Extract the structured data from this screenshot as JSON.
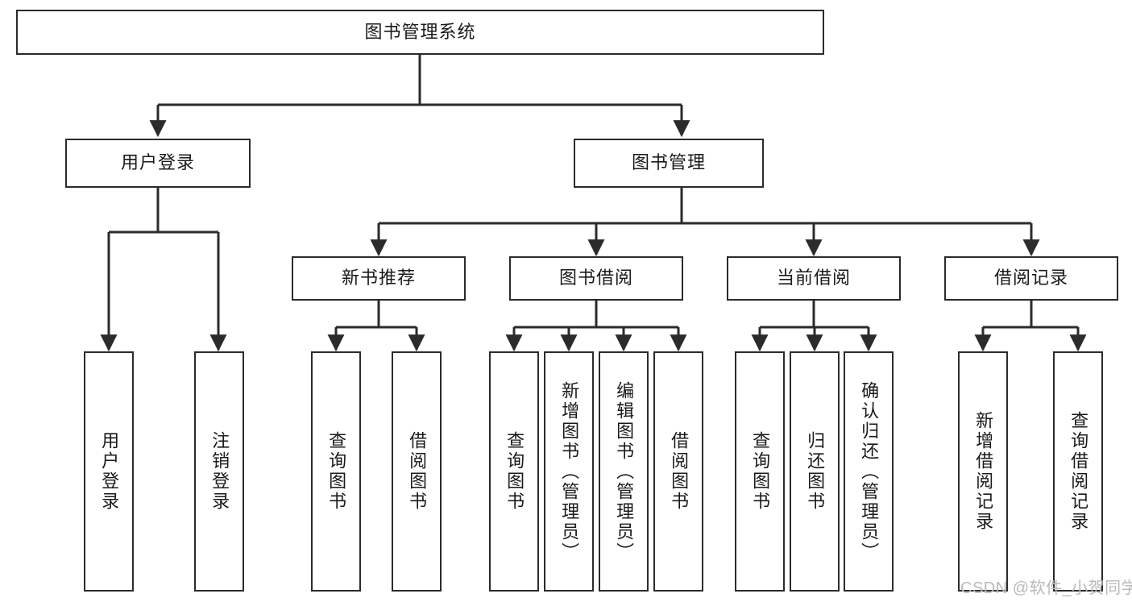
{
  "diagram": {
    "type": "tree-hierarchy-chart",
    "title": "图书管理系统",
    "root": {
      "id": "root",
      "label": "图书管理系统"
    },
    "level2": [
      {
        "id": "user-login",
        "label": "用户登录"
      },
      {
        "id": "book-management",
        "label": "图书管理"
      }
    ],
    "level3": [
      {
        "id": "new-book-recommend",
        "label": "新书推荐",
        "parent": "book-management"
      },
      {
        "id": "book-borrow",
        "label": "图书借阅",
        "parent": "book-management"
      },
      {
        "id": "current-borrow",
        "label": "当前借阅",
        "parent": "book-management"
      },
      {
        "id": "borrow-record",
        "label": "借阅记录",
        "parent": "book-management"
      }
    ],
    "leaves": {
      "user_login": [
        {
          "id": "leaf-user-login",
          "label": "用户登录"
        },
        {
          "id": "leaf-logout",
          "label": "注销登录"
        }
      ],
      "new_book_recommend": [
        {
          "id": "leaf-query-book-1",
          "label": "查询图书"
        },
        {
          "id": "leaf-borrow-book-1",
          "label": "借阅图书"
        }
      ],
      "book_borrow": [
        {
          "id": "leaf-query-book-2",
          "label": "查询图书"
        },
        {
          "id": "leaf-add-book",
          "label": "新增图书（管理员）"
        },
        {
          "id": "leaf-edit-book",
          "label": "编辑图书（管理员）"
        },
        {
          "id": "leaf-borrow-book-2",
          "label": "借阅图书"
        }
      ],
      "current_borrow": [
        {
          "id": "leaf-query-book-3",
          "label": "查询图书"
        },
        {
          "id": "leaf-return-book",
          "label": "归还图书"
        },
        {
          "id": "leaf-confirm-return",
          "label": "确认归还（管理员）"
        }
      ],
      "borrow_record": [
        {
          "id": "leaf-add-record",
          "label": "新增借阅记录"
        },
        {
          "id": "leaf-query-record",
          "label": "查询借阅记录"
        }
      ]
    },
    "colors": {
      "stroke": "#2b2b2b",
      "fill": "#ffffff",
      "text": "#1a1a1a",
      "watermark": "#b9b9b9"
    }
  },
  "watermark": {
    "text": "CSDN @软件_小贺同学"
  }
}
